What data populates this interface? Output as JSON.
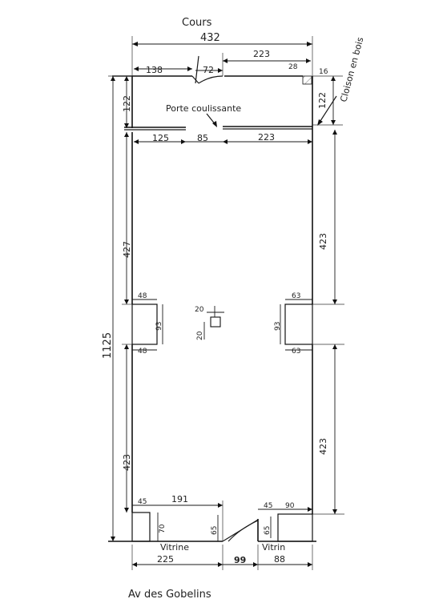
{
  "labels": {
    "cours": "Cours",
    "porte_coulissante": "Porte coulissante",
    "cloison": "Cloison en bois",
    "vitrine_left": "Vitrine",
    "vitrine_right": "Vitrin",
    "street": "Av des Gobelins"
  },
  "dimensions": {
    "total_width": "432",
    "top_left_seg": "138",
    "top_door": "72",
    "top_right_seg": "223",
    "top_corner": "28",
    "corner_small": "16",
    "left_upper_height": "122",
    "right_upper_height": "122",
    "partition_left": "125",
    "partition_mid": "85",
    "partition_right": "223",
    "left_mid_height": "427",
    "right_upper_wall": "423",
    "total_height": "1125",
    "pillar_left_top": "48",
    "pillar_left_h": "93",
    "pillar_left_bottom": "48",
    "pillar_right_top": "63",
    "pillar_right_h": "93",
    "pillar_right_bottom": "63",
    "center_w": "20",
    "center_h": "20",
    "left_lower_height": "423",
    "right_lower_wall": "423",
    "bottom_left_pillar": "45",
    "bottom_left_seg": "191",
    "bottom_right_pillar": "45",
    "bottom_right_seg": "90",
    "vitrine_left_h": "70",
    "vitrine_left_h2": "65",
    "vitrine_right_h": "65",
    "bottom_total_left": "225",
    "bottom_door": "99",
    "bottom_total_right": "88"
  }
}
